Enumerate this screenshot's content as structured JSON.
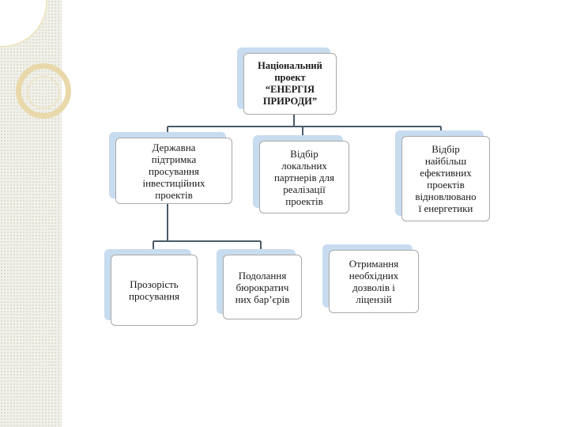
{
  "diagram": {
    "root": {
      "label": "Національний\nпроект\n“ЕНЕРГІЯ\nПРИРОДИ”"
    },
    "level1": [
      {
        "label": "Державна\nпідтримка\nпросування\nінвестиційних\nпроектів"
      },
      {
        "label": "Відбір\nлокальних\nпартнерів для\nреалізації\nпроектів"
      },
      {
        "label": "Відбір\nнайбільш\nефективних\nпроектів\nвідновлювано\nї енергетики"
      }
    ],
    "level2": [
      {
        "label": "Прозорість\nпросування"
      },
      {
        "label": "Подолання\nбюрократич\nних бар’єрів"
      },
      {
        "label": "Отримання\nнеобхідних\nдозволів і\nліцензій"
      }
    ]
  }
}
